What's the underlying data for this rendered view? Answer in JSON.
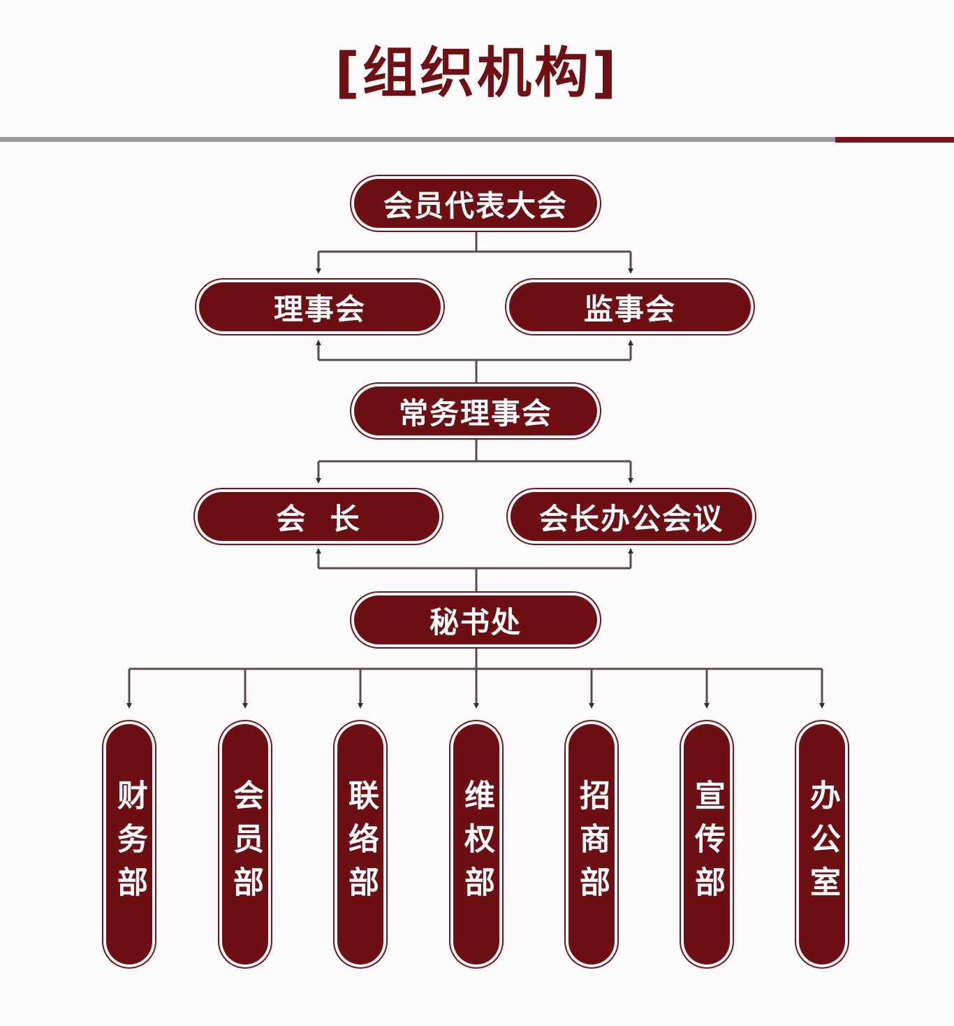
{
  "title": "[组织机构]",
  "colors": {
    "node_fill": "#6e0f14",
    "accent": "#7a1118",
    "rule_gray": "#9a9a9a",
    "text": "#ffffff"
  },
  "nodes": {
    "congress": "会员代表大会",
    "council": "理事会",
    "supervisory": "监事会",
    "standing_council": "常务理事会",
    "president": "会  长",
    "president_meeting": "会长办公会议",
    "secretariat": "秘书处"
  },
  "departments": [
    "财务部",
    "会员部",
    "联络部",
    "维权部",
    "招商部",
    "宣传部",
    "办公室"
  ]
}
